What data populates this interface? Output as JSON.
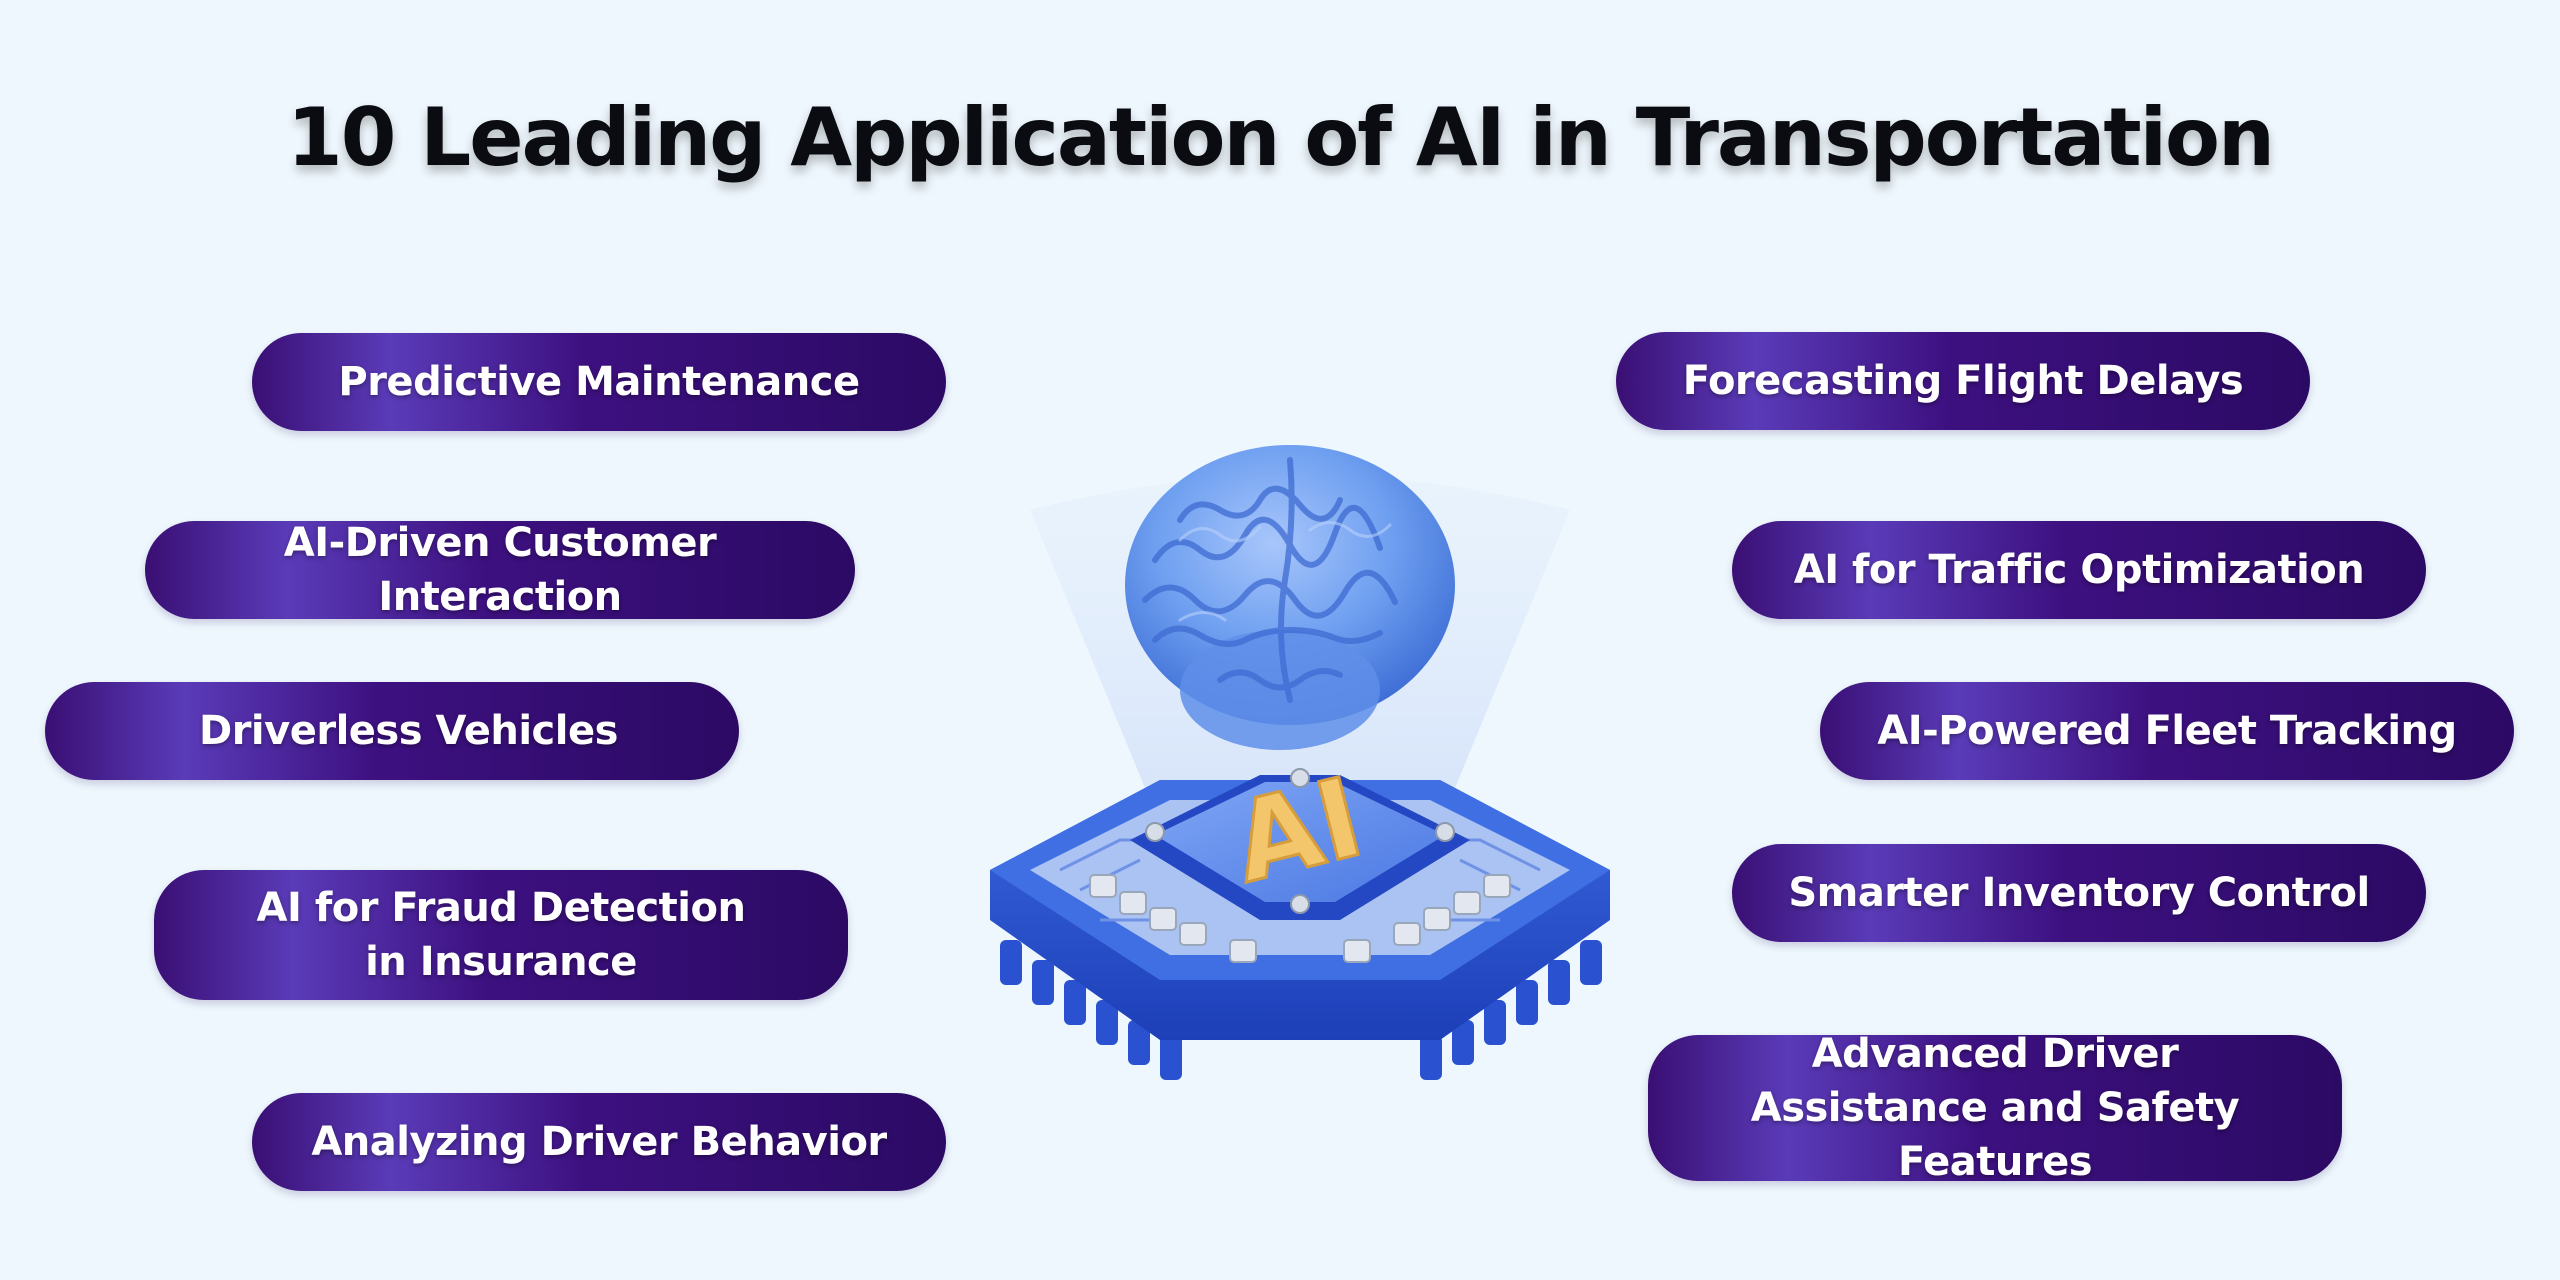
{
  "title": "10 Leading Application of  AI in Transportation",
  "left_items": [
    {
      "label": "Predictive Maintenance"
    },
    {
      "label": "AI-Driven Customer Interaction"
    },
    {
      "label": "Driverless Vehicles"
    },
    {
      "label": "AI for Fraud Detection in Insurance"
    },
    {
      "label": "Analyzing Driver Behavior"
    }
  ],
  "right_items": [
    {
      "label": "Forecasting Flight Delays"
    },
    {
      "label": "AI for Traffic Optimization"
    },
    {
      "label": "AI-Powered Fleet Tracking"
    },
    {
      "label": "Smarter Inventory Control"
    },
    {
      "label": "Advanced Driver Assistance and Safety Features"
    }
  ],
  "center_art": {
    "chip_label": "AI",
    "icon": "ai-brain-chip-icon"
  },
  "colors": {
    "background": "#eef7fd",
    "pill_dark": "#2b0a64",
    "pill_light": "#5a3bb8",
    "chip_blue": "#2f5fdc",
    "brain_blue": "#6e9ff0",
    "chip_letters": "#f3c66b"
  }
}
